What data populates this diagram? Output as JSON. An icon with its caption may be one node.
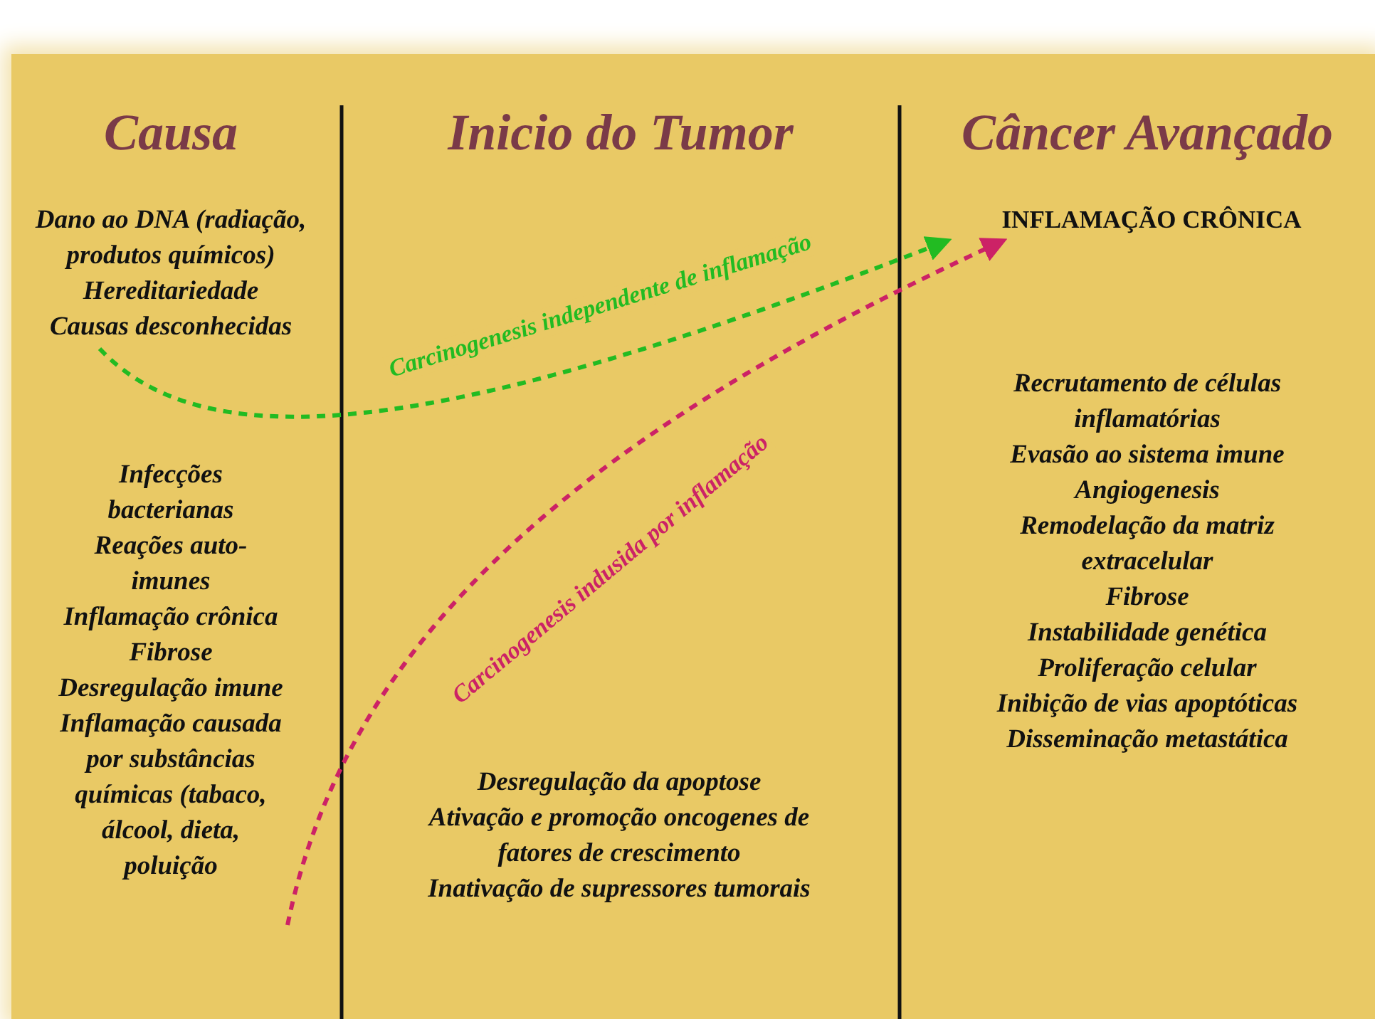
{
  "diagram": {
    "nodes": [
      {
        "text": [
          "Dano ao DNA (radiação, produtos químicos)",
          "Hereditariedade",
          "Causas desconhecidas"
        ]
      },
      {
        "text": [
          "Infecções bacterianas",
          "Reações auto-imunes",
          "Inflamação crônica",
          "Fibrose",
          "Desregulação imune",
          "Inflamação causada por substâncias químicas (tabaco, álcool, dieta, poluição"
        ]
      },
      {
        "text": [
          "INFLAMAÇÃO CRÔNICA"
        ]
      }
    ],
    "edges": [
      {
        "from": 0,
        "to": 2,
        "arrow": "to",
        "label": "Carcinogenesis independente de inflamação",
        "style": "dashed",
        "color": "#22bb22"
      },
      {
        "from": 1,
        "to": 2,
        "arrow": "to",
        "label": "Carcinogenesis indusida por inflamação",
        "style": "dashed",
        "color": "#cc2266"
      }
    ],
    "labels": [
      "Causa",
      "Inicio do Tumor",
      "Câncer Avançado",
      "Desregulação da apoptose",
      "Ativação e promoção oncogenes de fatores de crescimento",
      "Inativação de supressores tumorais",
      "Recrutamento de células inflamatórias",
      "Evasão ao sistema imune",
      "Angiogenesis",
      "Remodelação da matriz extracelular",
      "Fibrose",
      "Instabilidade genética",
      "Proliferação celular",
      "Inibição de vias apoptóticas",
      "Disseminação metastática"
    ]
  }
}
